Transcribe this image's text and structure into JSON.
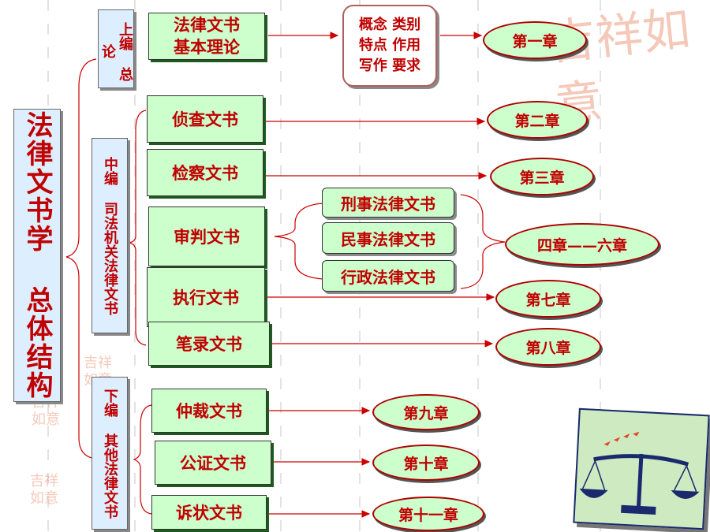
{
  "root": {
    "title": "法律文书学 总体结构"
  },
  "sections": [
    {
      "label": "上编 总论"
    },
    {
      "label": "中编 司法机关法律文书"
    },
    {
      "label": "下编 其他法律文书"
    }
  ],
  "top": {
    "box_line1": "法律文书",
    "box_line2": "基本理论",
    "concepts": [
      "概念 类别",
      "特点 作用",
      "写作 要求"
    ],
    "chapter": "第一章"
  },
  "middle": [
    {
      "label": "侦查文书",
      "chapter": "第二章"
    },
    {
      "label": "检察文书",
      "chapter": "第三章"
    },
    {
      "label": "审判文书",
      "chapter": "四章——六章"
    },
    {
      "label": "执行文书",
      "chapter": "第七章"
    },
    {
      "label": "笔录文书",
      "chapter": "第八章"
    }
  ],
  "trial_sub": [
    "刑事法律文书",
    "民事法律文书",
    "行政法律文书"
  ],
  "bottom": [
    {
      "label": "仲裁文书",
      "chapter": "第九章"
    },
    {
      "label": "公证文书",
      "chapter": "第十章"
    },
    {
      "label": "诉状文书",
      "chapter": "第十一章"
    }
  ],
  "decor": {
    "seal_text": "吉祥如意",
    "scales_icon": "scales-of-justice-icon"
  },
  "colors": {
    "text": "#c00000",
    "box_fill": "#ccffcc",
    "section_fill": "#ddeeff",
    "line": "#cc0000"
  }
}
